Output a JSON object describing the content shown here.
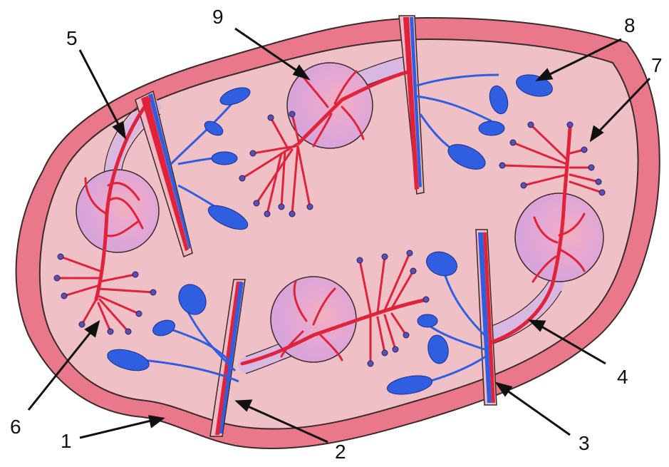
{
  "labels": {
    "l1": "1",
    "l2": "2",
    "l3": "3",
    "l4": "4",
    "l5": "5",
    "l6": "6",
    "l7": "7",
    "l8": "8",
    "l9": "9"
  },
  "colors": {
    "capsule": "#e8788a",
    "capsule_edge": "#3a2a2a",
    "pulp": "#efc0c6",
    "trabecula": "#d8b8e0",
    "nodule": "#d9a6dc",
    "nodule_center": "#f2a6b4",
    "artery": "#e0223a",
    "vein": "#2f5fe0",
    "ellipsoid": "#5b4fb0"
  }
}
